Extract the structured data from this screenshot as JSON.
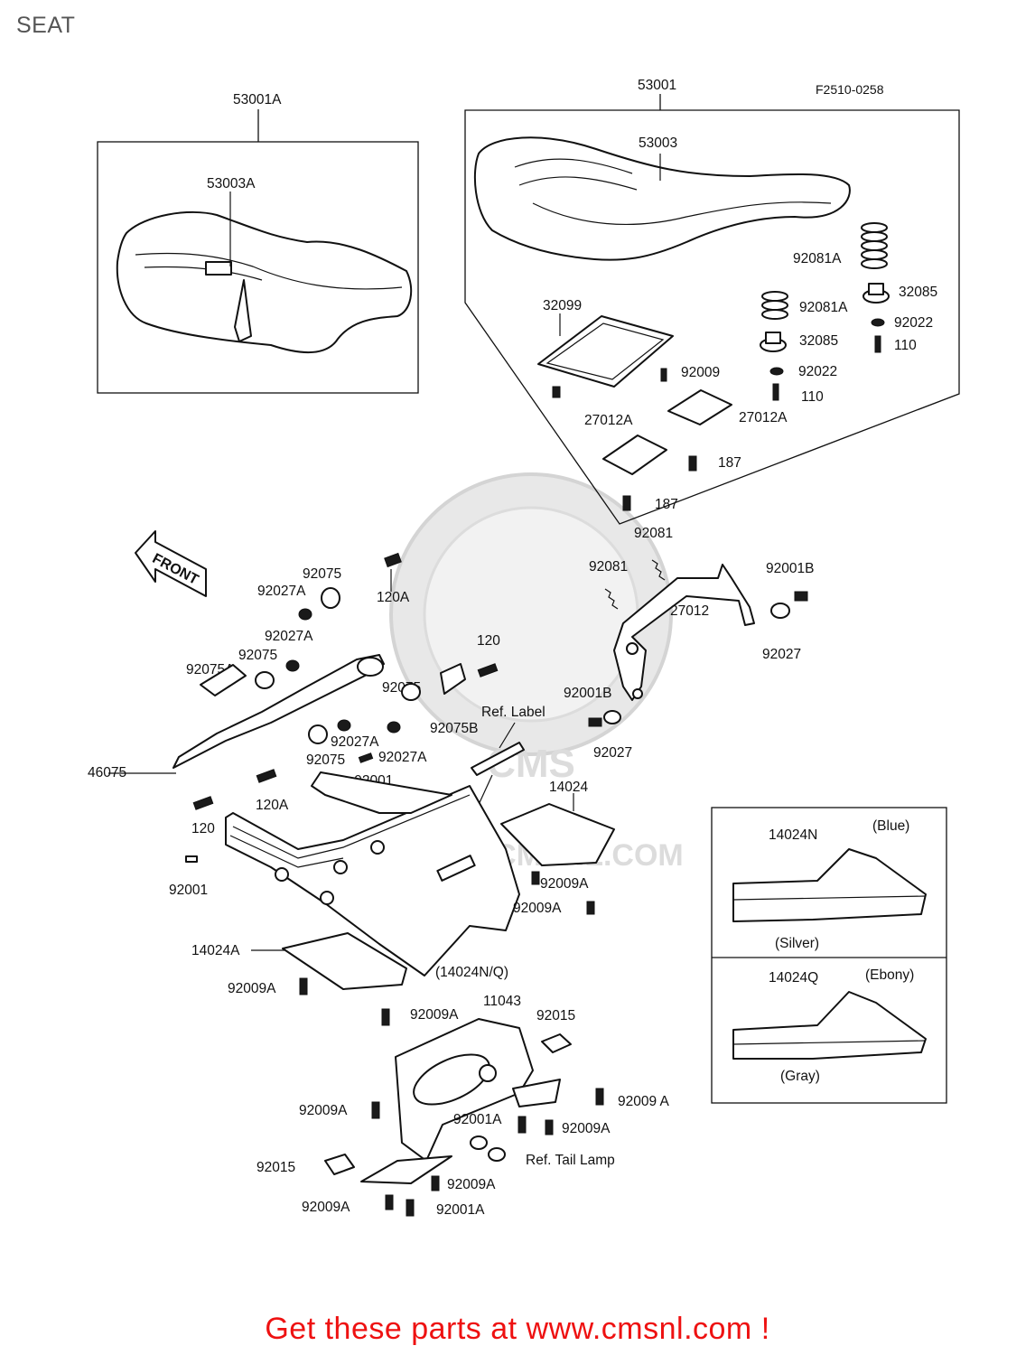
{
  "header": {
    "title": "SEAT"
  },
  "diagram": {
    "code": "F2510-0258",
    "watermark": "CMS",
    "watermark_url": "WWW.CMSNL.COM",
    "labels": {
      "l53001A": "53001A",
      "l53003A": "53003A",
      "l53001": "53001",
      "l53003": "53003",
      "l92081A_1": "92081A",
      "l92081A_2": "92081A",
      "l32085_1": "32085",
      "l32085_2": "32085",
      "l92022_1": "92022",
      "l92022_2": "92022",
      "l110_1": "110",
      "l110_2": "110",
      "l32099": "32099",
      "l92009": "92009",
      "l27012A_1": "27012A",
      "l27012A_2": "27012A",
      "l187_1": "187",
      "l187_2": "187",
      "l92081_1": "92081",
      "l92081_2": "92081",
      "l92001B_1": "92001B",
      "l92001B_2": "92001B",
      "l27012": "27012",
      "l92027_1": "92027",
      "l92027_2": "92027",
      "l92075_1": "92075",
      "l92075_2": "92075",
      "l92075_3": "92075",
      "l92075_4": "92075",
      "l92027A_1": "92027A",
      "l92027A_2": "92027A",
      "l92027A_3": "92027A",
      "l92027A_4": "92027A",
      "l120A_1": "120A",
      "l120A_2": "120A",
      "l120_1": "120",
      "l120_2": "120",
      "l92075A": "92075A",
      "l92075B": "92075B",
      "lRefLabel": "Ref. Label",
      "l46075": "46075",
      "l92001_1": ".92001",
      "l92001_2": "92001",
      "l14024": "14024",
      "l92009A_1": "92009A",
      "l92009A_2": "92009A",
      "l14024A": "14024A",
      "l14024NQ": "(14024N/Q)",
      "l92009A_3": "92009A",
      "l92009A_4": "92009A",
      "l11043": "11043",
      "l92015_1": "92015",
      "l92009A_5": "92009A",
      "l92001A_1": "92001A",
      "l92009A_6": "92009 A",
      "l92009A_7": "92009A",
      "lRefTailLamp": "Ref. Tail Lamp",
      "l92015_2": "92015",
      "l92009A_8": "92009A",
      "l92009A_9": "92009A",
      "l92001A_2": "92001A",
      "l14024N": "14024N",
      "lBlue": "(Blue)",
      "lSilver": "(Silver)",
      "l14024Q": "14024Q",
      "lEbony": "(Ebony)",
      "lGray": "(Gray)",
      "lFront": "FRONT"
    }
  },
  "footer": {
    "cta": "Get these parts at www.cmsnl.com !"
  }
}
